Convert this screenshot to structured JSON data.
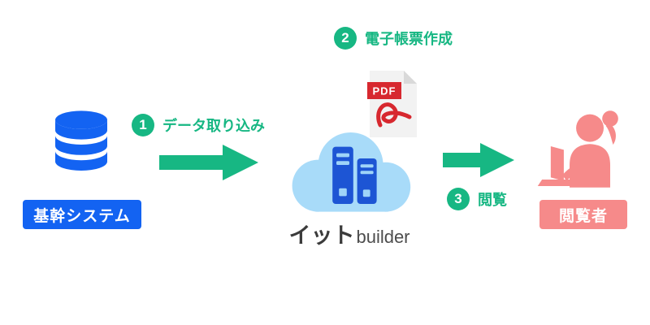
{
  "diagram": {
    "nodes": {
      "source": {
        "label": "基幹システム"
      },
      "cloud": {
        "brand_main": "イット",
        "brand_sub": "builder"
      },
      "pdf": {
        "badge": "PDF"
      },
      "viewer": {
        "label": "閲覧者"
      }
    },
    "steps": [
      {
        "number": "1",
        "label": "データ取り込み"
      },
      {
        "number": "2",
        "label": "電子帳票作成"
      },
      {
        "number": "3",
        "label": "閲覧"
      }
    ],
    "colors": {
      "accent_blue": "#1363f2",
      "accent_green": "#17b783",
      "accent_pink": "#f68a8a",
      "cloud_blue": "#a8dbf9",
      "server_navy": "#1d55d4",
      "pdf_red": "#d7282f"
    }
  }
}
